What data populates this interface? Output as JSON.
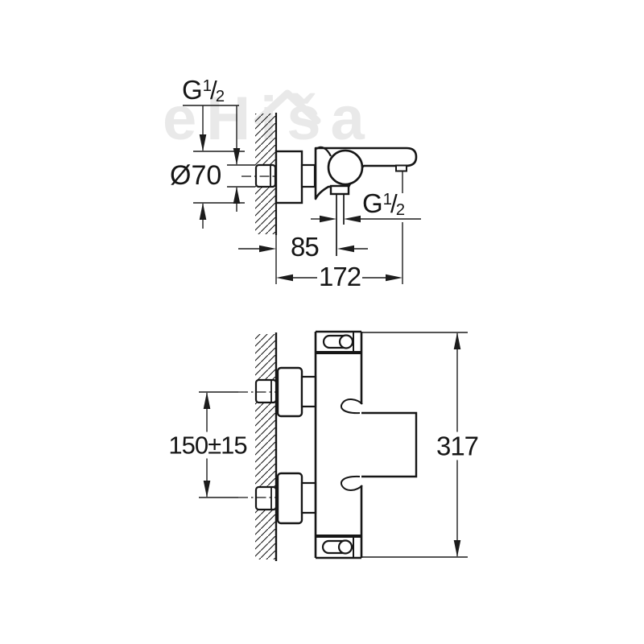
{
  "watermark": {
    "text": "eHiša"
  },
  "side_view": {
    "wall_thread": {
      "letter": "G",
      "numerator": "1",
      "slash": "/",
      "denominator": "2"
    },
    "escutcheon_diameter": "Ø70",
    "shower_thread": {
      "letter": "G",
      "numerator": "1",
      "slash": "/",
      "denominator": "2"
    },
    "wall_to_shower_outlet": "85",
    "wall_to_spout_end": "172"
  },
  "front_view": {
    "connection_spacing": "150±15",
    "overall_height": "317"
  },
  "colors": {
    "line": "#161616",
    "watermark": "#e9e9e9",
    "background": "#ffffff"
  }
}
